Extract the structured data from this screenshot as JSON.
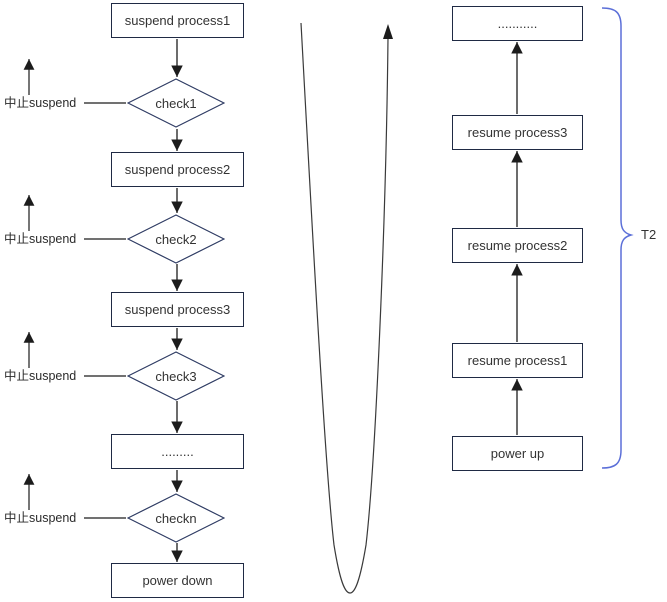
{
  "colors": {
    "box_border": "#1f2a44",
    "diamond_border": "#2e3b63",
    "line": "#1c1c1c",
    "brace": "#5b6fd8",
    "text": "#333333"
  },
  "suspend_flow": {
    "boxes": [
      {
        "label": "suspend process1"
      },
      {
        "label": "suspend process2"
      },
      {
        "label": "suspend process3"
      },
      {
        "label": "........."
      },
      {
        "label": "power down"
      }
    ],
    "checks": [
      {
        "label": "check1"
      },
      {
        "label": "check2"
      },
      {
        "label": "check3"
      },
      {
        "label": "checkn"
      }
    ],
    "abort_labels": [
      {
        "label": "中止suspend"
      },
      {
        "label": "中止suspend"
      },
      {
        "label": "中止suspend"
      },
      {
        "label": "中止suspend"
      }
    ]
  },
  "resume_flow": {
    "boxes": [
      {
        "label": "..........."
      },
      {
        "label": "resume process3"
      },
      {
        "label": "resume process2"
      },
      {
        "label": "resume process1"
      },
      {
        "label": "power up"
      }
    ],
    "brace_label": "T2"
  }
}
